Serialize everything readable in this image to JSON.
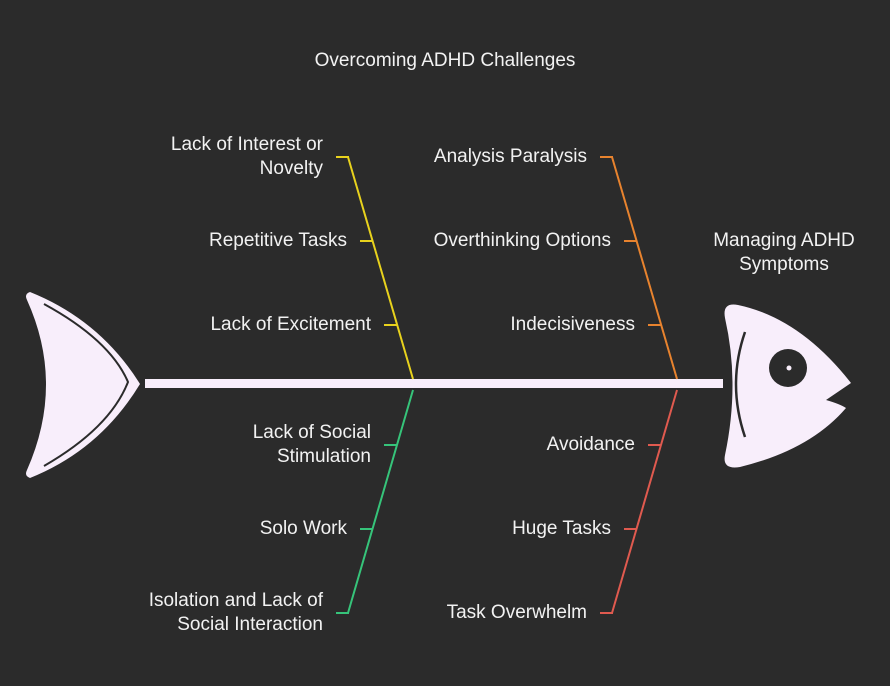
{
  "title": "Overcoming ADHD Challenges",
  "head_label": "Managing ADHD\nSymptoms",
  "colors": {
    "background": "#2b2b2b",
    "fish": "#f8eefb",
    "outline": "#2b2b2b",
    "text": "#f2f2f2",
    "yellow": "#e8d21d",
    "orange": "#e8832e",
    "green": "#36c47a",
    "red": "#e05a4f"
  },
  "branches": {
    "top_left": {
      "color": "yellow",
      "causes": [
        "Lack of Interest or\nNovelty",
        "Repetitive Tasks",
        "Lack of Excitement"
      ]
    },
    "top_right": {
      "color": "orange",
      "causes": [
        "Analysis Paralysis",
        "Overthinking Options",
        "Indecisiveness"
      ]
    },
    "bottom_left": {
      "color": "green",
      "causes": [
        "Lack of Social\nStimulation",
        "Solo Work",
        "Isolation and Lack of\nSocial Interaction"
      ]
    },
    "bottom_right": {
      "color": "red",
      "causes": [
        "Avoidance",
        "Huge Tasks",
        "Task Overwhelm"
      ]
    }
  }
}
